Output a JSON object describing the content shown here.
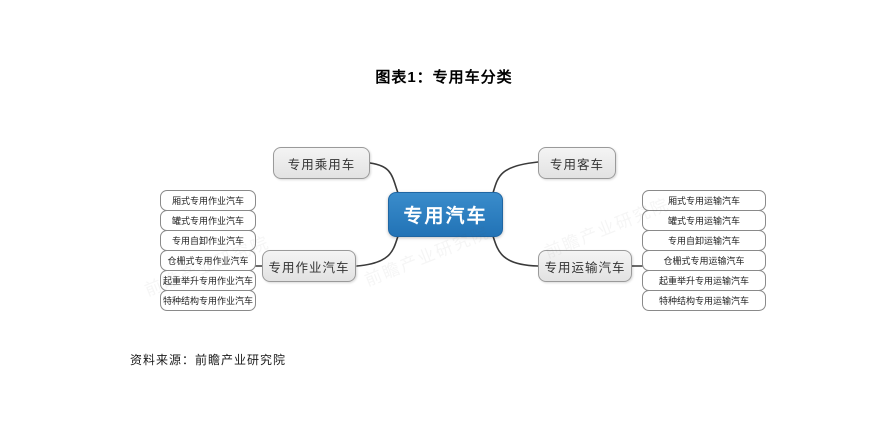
{
  "title": "图表1：专用车分类",
  "source_note": "资料来源：前瞻产业研究院",
  "watermark_text": "前瞻产业研究院",
  "tree": {
    "root_label": "专用汽车",
    "branches": [
      {
        "label": "专用乘用车",
        "children": []
      },
      {
        "label": "专用客车",
        "children": []
      },
      {
        "label": "专用作业汽车",
        "children": [
          "厢式专用作业汽车",
          "罐式专用作业汽车",
          "专用自卸作业汽车",
          "仓栅式专用作业汽车",
          "起重举升专用作业汽车",
          "特种结构专用作业汽车"
        ]
      },
      {
        "label": "专用运输汽车",
        "children": [
          "厢式专用运输汽车",
          "罐式专用运输汽车",
          "专用自卸运输汽车",
          "仓栅式专用运输汽车",
          "起重举升专用运输汽车",
          "特种结构专用运输汽车"
        ]
      }
    ]
  },
  "colors": {
    "root_fill": "#2878BE",
    "root_text": "#FFFFFF",
    "branch_fill": "#ECECEC",
    "branch_border": "#999999",
    "leaf_border": "#8A8A8A",
    "connector": "#3A3A3A"
  }
}
